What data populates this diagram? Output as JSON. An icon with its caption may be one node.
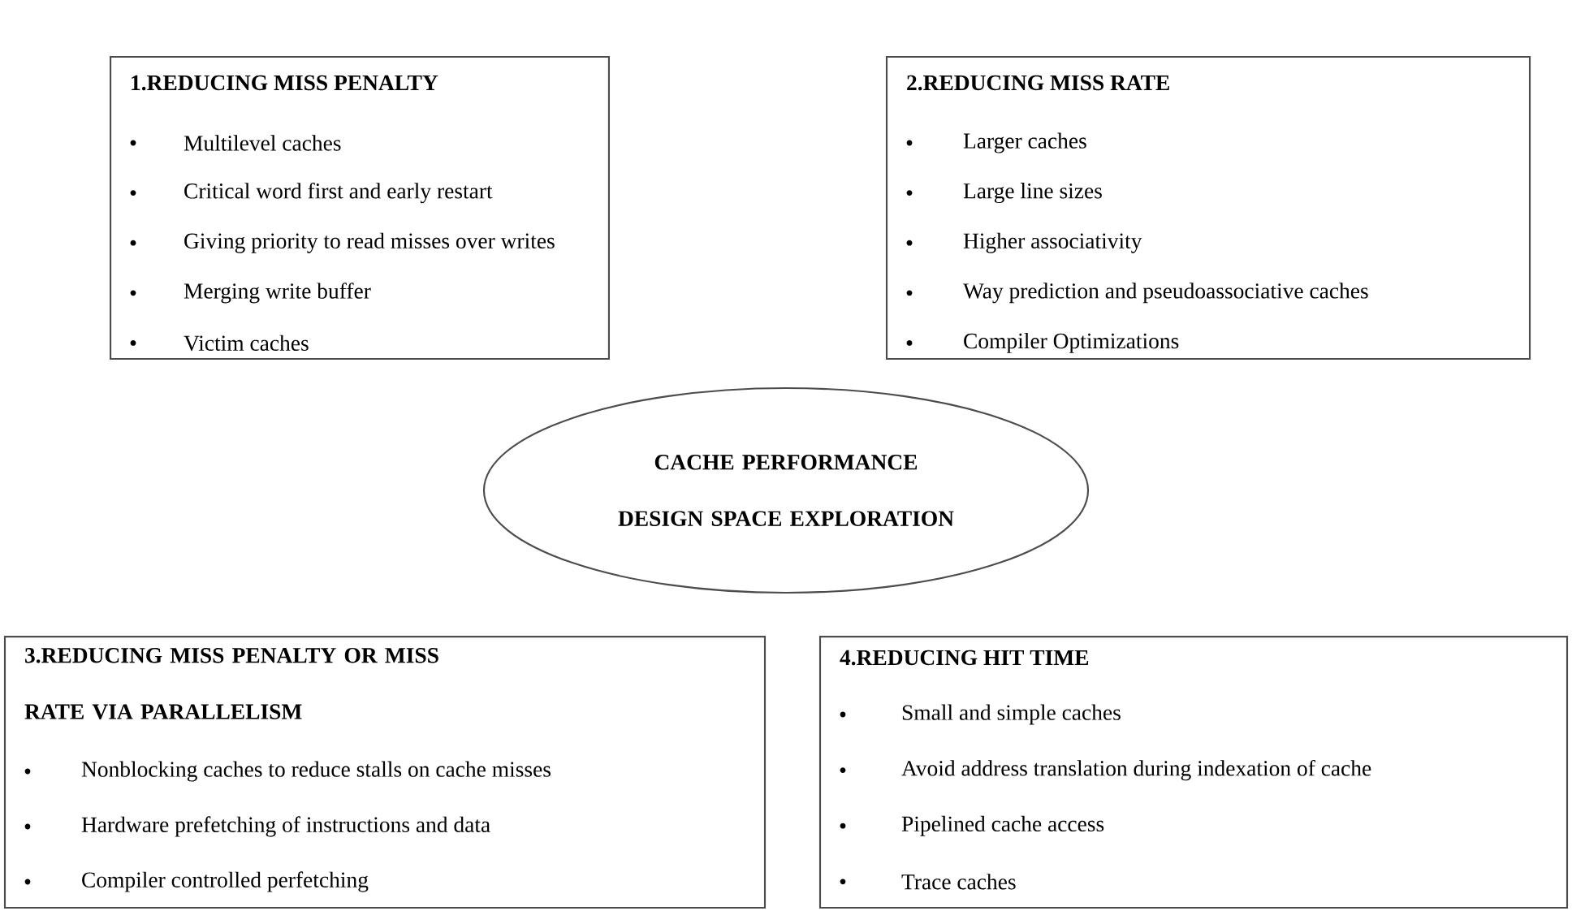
{
  "diagram": {
    "nodes": [
      {
        "text": [
          "1.REDUCING MISS PENALTY",
          "Multilevel caches",
          "Critical word first and early restart",
          "Giving priority to read misses over writes",
          "Merging write buffer",
          "Victim caches"
        ]
      },
      {
        "text": [
          "2.REDUCING MISS RATE",
          "Larger caches",
          "Large line sizes",
          "Higher associativity",
          "Way prediction and pseudoassociative caches",
          "Compiler Optimizations"
        ]
      },
      {
        "text": [
          "CACHE PERFORMANCE DESIGN SPACE EXPLORATION"
        ]
      },
      {
        "text": [
          "3.REDUCING MISS PENALTY OR MISS RATE VIA PARALLELISM",
          "Nonblocking caches to reduce stalls on cache misses",
          "Hardware prefetching of instructions and data",
          "Compiler controlled perfetching"
        ]
      },
      {
        "text": [
          "4.REDUCING HIT TIME",
          "Small and simple caches",
          "Avoid address translation during indexation of cache",
          "Pipelined cache access",
          "Trace caches"
        ]
      }
    ],
    "edges": []
  }
}
